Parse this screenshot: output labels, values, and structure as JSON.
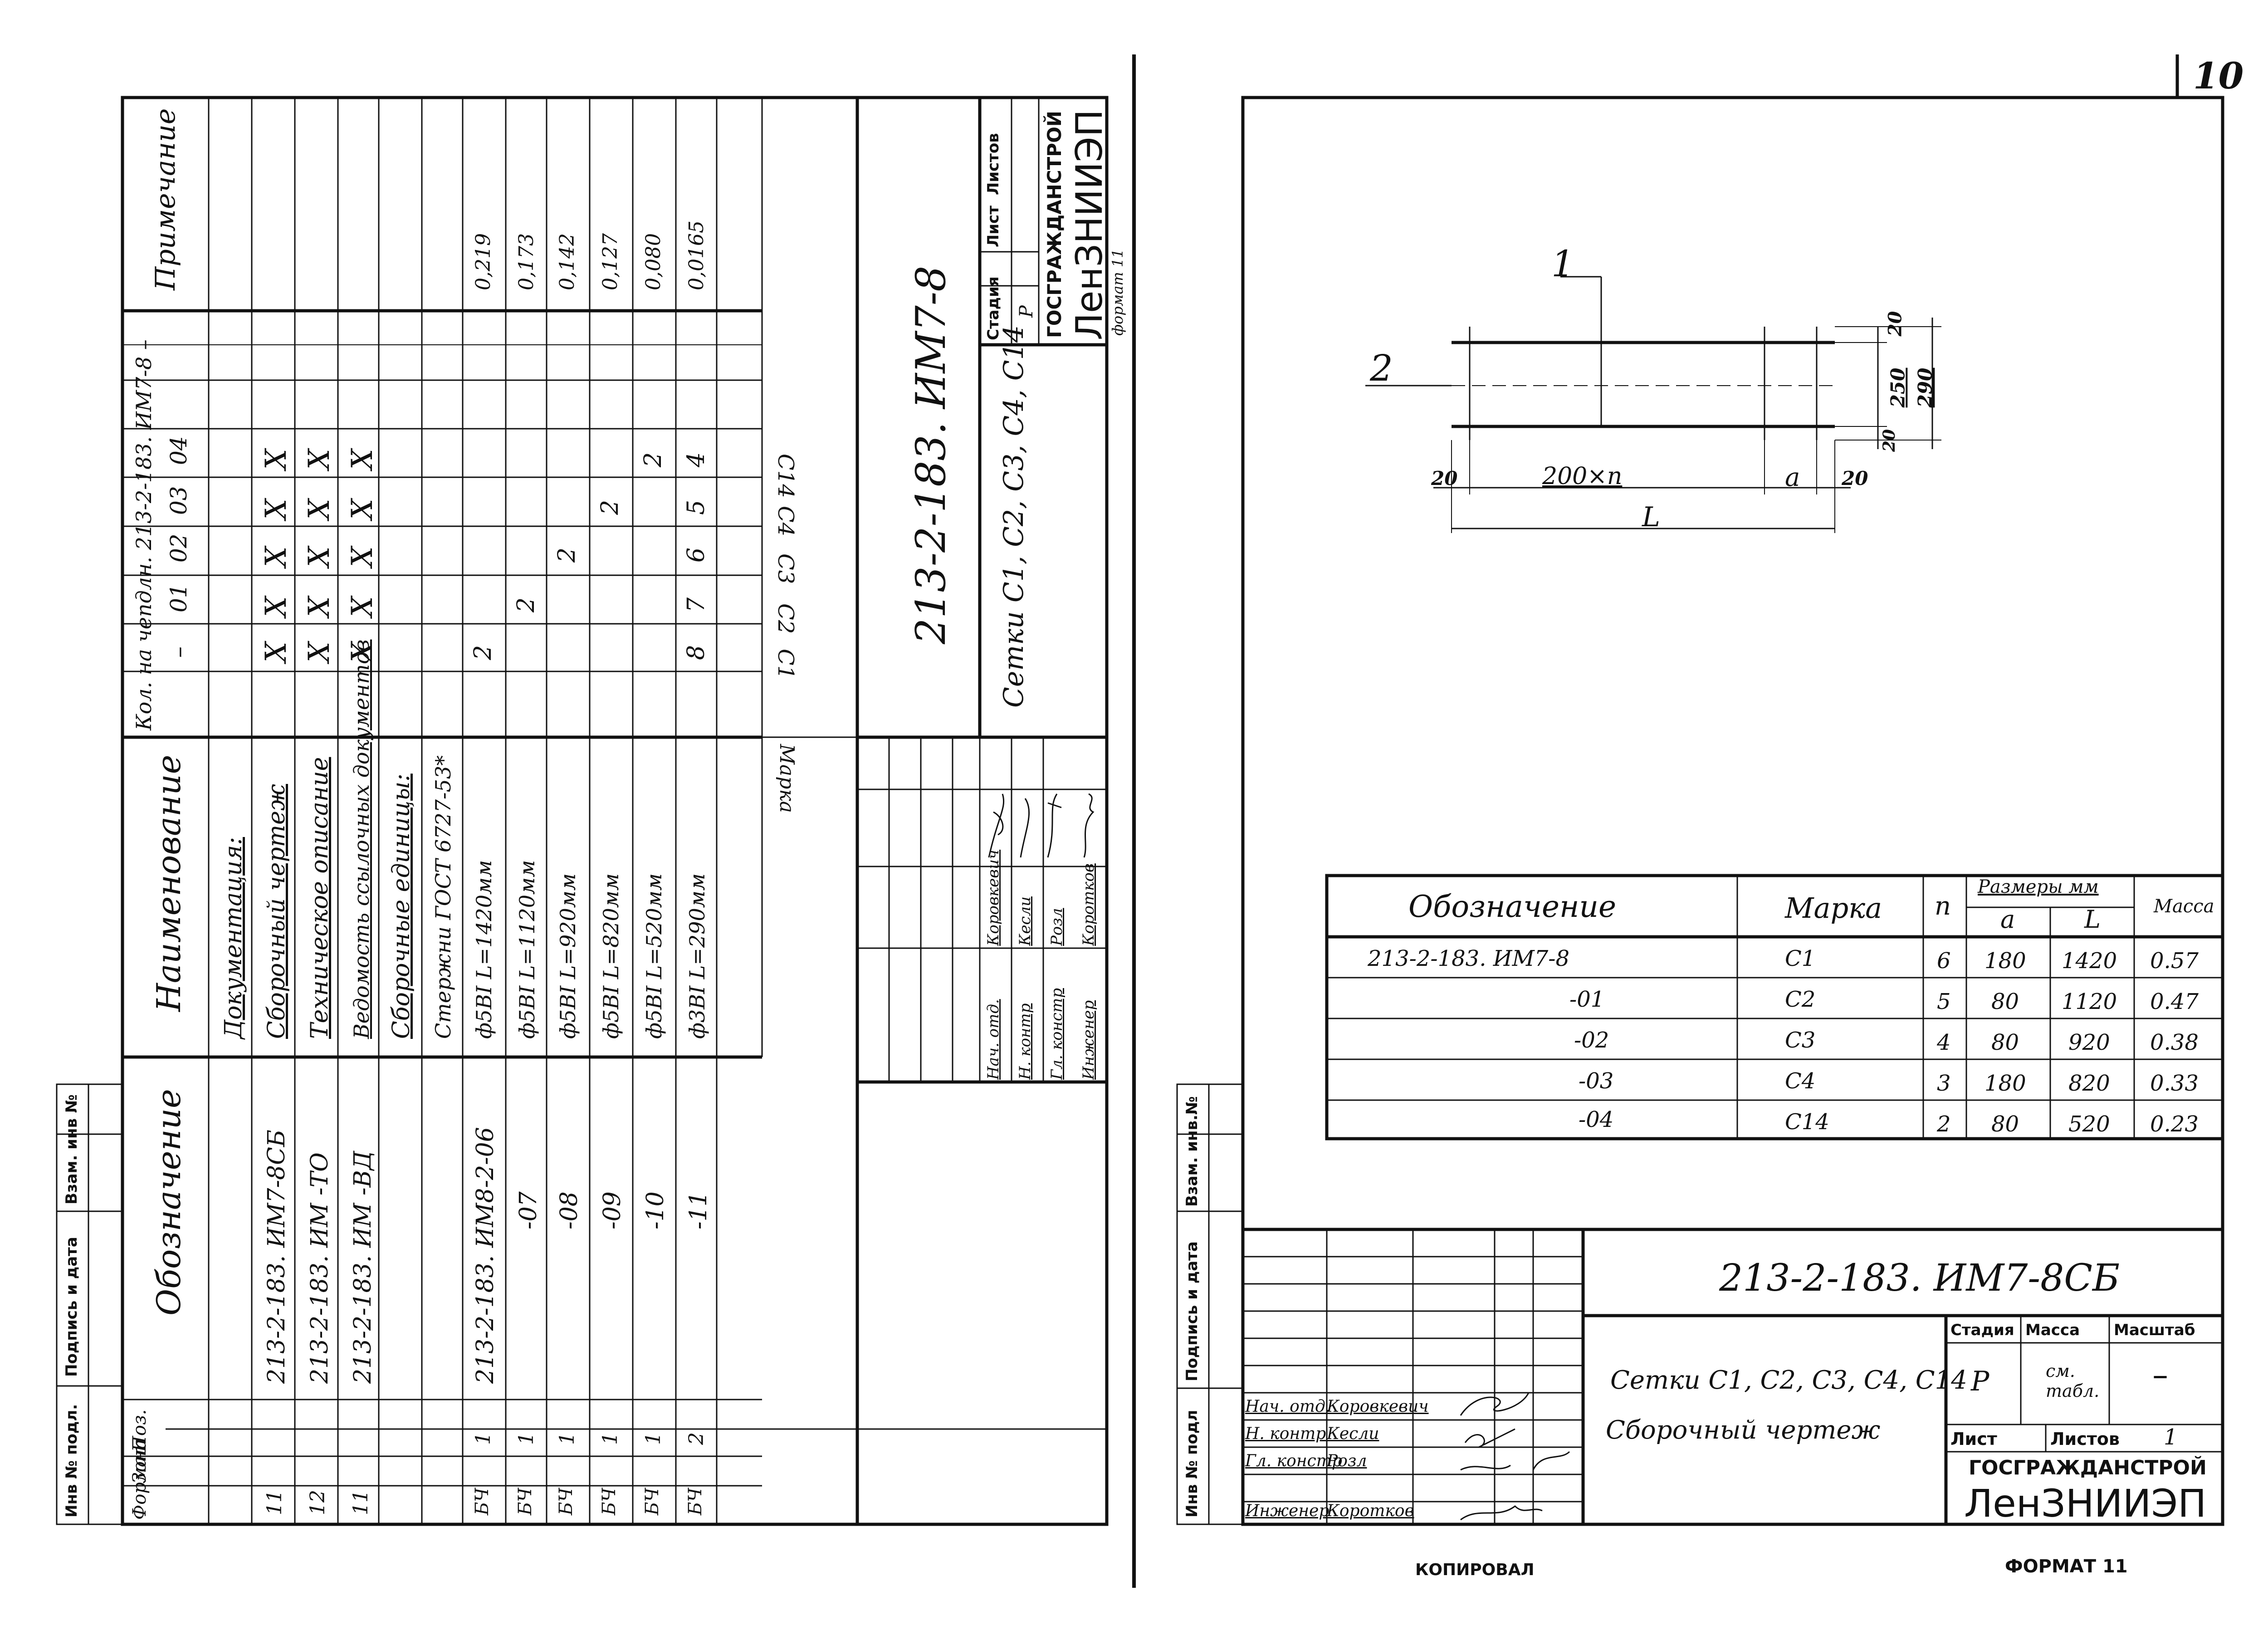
{
  "page_number": "10",
  "left_sheet": {
    "stamp_labels": [
      "Инв № подл.",
      "Подпись и дата",
      "Взам. инв №"
    ],
    "headers": {
      "format": "Формат",
      "zone": "Зона",
      "pos": "Поз.",
      "designation": "Обозначение",
      "name": "Наименование",
      "qty": "Кол. на  чепдлн. 213-2-183. ИМ7-8 –",
      "note": "Примечание",
      "execs": [
        "–",
        "01",
        "02",
        "03",
        "04"
      ]
    },
    "rows": [
      {
        "format": "",
        "designation": "",
        "name": "Документация:",
        "marks": [
          "",
          "",
          "",
          "",
          ""
        ],
        "note": ""
      },
      {
        "format": "11",
        "designation": "213-2-183. ИМ7-8СБ",
        "name": "Сборочный чертеж",
        "marks": [
          "X",
          "X",
          "X",
          "X",
          "X"
        ],
        "note": ""
      },
      {
        "format": "12",
        "designation": "213-2-183. ИМ -ТО",
        "name": "Техническое описание",
        "marks": [
          "X",
          "X",
          "X",
          "X",
          "X"
        ],
        "note": ""
      },
      {
        "format": "11",
        "designation": "213-2-183. ИМ -ВД",
        "name": "Ведомость ссылочных документов",
        "marks": [
          "X",
          "X",
          "X",
          "X",
          "X"
        ],
        "note": ""
      },
      {
        "format": "",
        "designation": "",
        "name": "Сборочные единицы:",
        "marks": [
          "",
          "",
          "",
          "",
          ""
        ],
        "note": ""
      },
      {
        "format": "",
        "designation": "",
        "name": "Стержни   ГОСТ 6727-53*",
        "marks": [
          "",
          "",
          "",
          "",
          ""
        ],
        "note": ""
      },
      {
        "format": "БЧ",
        "pos": "1",
        "designation": "213-2-183. ИМ8-2-06",
        "name": "ф5ВI   L=1420мм",
        "marks": [
          "2",
          "",
          "",
          "",
          ""
        ],
        "note": "0,219"
      },
      {
        "format": "БЧ",
        "pos": "1",
        "designation": "-07",
        "name": "ф5ВI   L=1120мм",
        "marks": [
          "",
          "2",
          "",
          "",
          ""
        ],
        "note": "0,173"
      },
      {
        "format": "БЧ",
        "pos": "1",
        "designation": "-08",
        "name": "ф5ВI   L=920мм",
        "marks": [
          "",
          "",
          "2",
          "",
          ""
        ],
        "note": "0,142"
      },
      {
        "format": "БЧ",
        "pos": "1",
        "designation": "-09",
        "name": "ф5ВI   L=820мм",
        "marks": [
          "",
          "",
          "",
          "2",
          ""
        ],
        "note": "0,127"
      },
      {
        "format": "БЧ",
        "pos": "1",
        "designation": "-10",
        "name": "ф5ВI   L=520мм",
        "marks": [
          "",
          "",
          "",
          "",
          "2"
        ],
        "note": "0,080"
      },
      {
        "format": "БЧ",
        "pos": "2",
        "designation": "-11",
        "name": "ф3ВI   L=290мм",
        "marks": [
          "8",
          "7",
          "6",
          "5",
          "4"
        ],
        "note": "0,0165"
      }
    ],
    "marka_label": "Марка",
    "marka_values": [
      "С1",
      "С2",
      "С3",
      "С4",
      "С14"
    ],
    "title_block": {
      "code": "213-2-183. ИМ7-8",
      "title": "Сетки  С1, С2, С3, С4, С14",
      "stage_label": "Стадия",
      "sheet_label": "Лист",
      "sheets_label": "Листов",
      "stage_value": "Р",
      "org1": "ГОСГРАЖДАНСТРОЙ",
      "org2": "ЛенЗНИИЭП",
      "format_note": "формат 11",
      "roles": [
        "Нач. отд.",
        "Н. контр",
        "Гл. констр",
        "Инженер"
      ],
      "names": [
        "Коровкевич",
        "Кесли",
        "Розл",
        "Коротков"
      ]
    }
  },
  "right_sheet": {
    "stamp_labels": [
      "Инв № подл",
      "Подпись и дата",
      "Взам. инв.№"
    ],
    "drawing": {
      "label_1": "1",
      "label_2": "2",
      "dim_20_top": "20",
      "dim_250": "250",
      "dim_290": "290",
      "dim_20_bottom": "20",
      "dim_20_left": "20",
      "dim_200n": "200×n",
      "dim_a": "a",
      "dim_20_right": "20",
      "dim_L": "L"
    },
    "table": {
      "headers": {
        "designation": "Обозначение",
        "marka": "Марка",
        "n": "n",
        "sizes": "Размеры  мм",
        "a": "a",
        "L": "L",
        "mass": "Масса"
      },
      "rows": [
        {
          "designation": "213-2-183. ИМ7-8",
          "marka": "С1",
          "n": "6",
          "a": "180",
          "L": "1420",
          "mass": "0.57"
        },
        {
          "designation": "-01",
          "marka": "С2",
          "n": "5",
          "a": "80",
          "L": "1120",
          "mass": "0.47"
        },
        {
          "designation": "-02",
          "marka": "С3",
          "n": "4",
          "a": "80",
          "L": "920",
          "mass": "0.38"
        },
        {
          "designation": "-03",
          "marka": "С4",
          "n": "3",
          "a": "180",
          "L": "820",
          "mass": "0.33"
        },
        {
          "designation": "-04",
          "marka": "С14",
          "n": "2",
          "a": "80",
          "L": "520",
          "mass": "0.23"
        }
      ]
    },
    "title_block": {
      "code": "213-2-183. ИМ7-8СБ",
      "title_line1": "Сетки  С1, С2, С3, С4, С14",
      "title_line2": "Сборочный  чертеж",
      "stage_label": "Стадия",
      "mass_label": "Масса",
      "scale_label": "Масштаб",
      "stage_value": "Р",
      "mass_value": "см. табл.",
      "scale_value": "–",
      "sheet_label": "Лист",
      "sheets_label": "Листов",
      "sheets_value": "1",
      "org1": "ГОСГРАЖДАНСТРОЙ",
      "org2": "ЛенЗНИИЭП",
      "roles": [
        "Нач. отд.",
        "Н. контр",
        "Гл. констр",
        "Инженер"
      ],
      "names": [
        "Коровкевич",
        "Кесли",
        "Розл",
        "Коротков"
      ]
    },
    "footer_left": "КОПИРОВАЛ",
    "footer_right": "ФОРМАТ 11"
  }
}
